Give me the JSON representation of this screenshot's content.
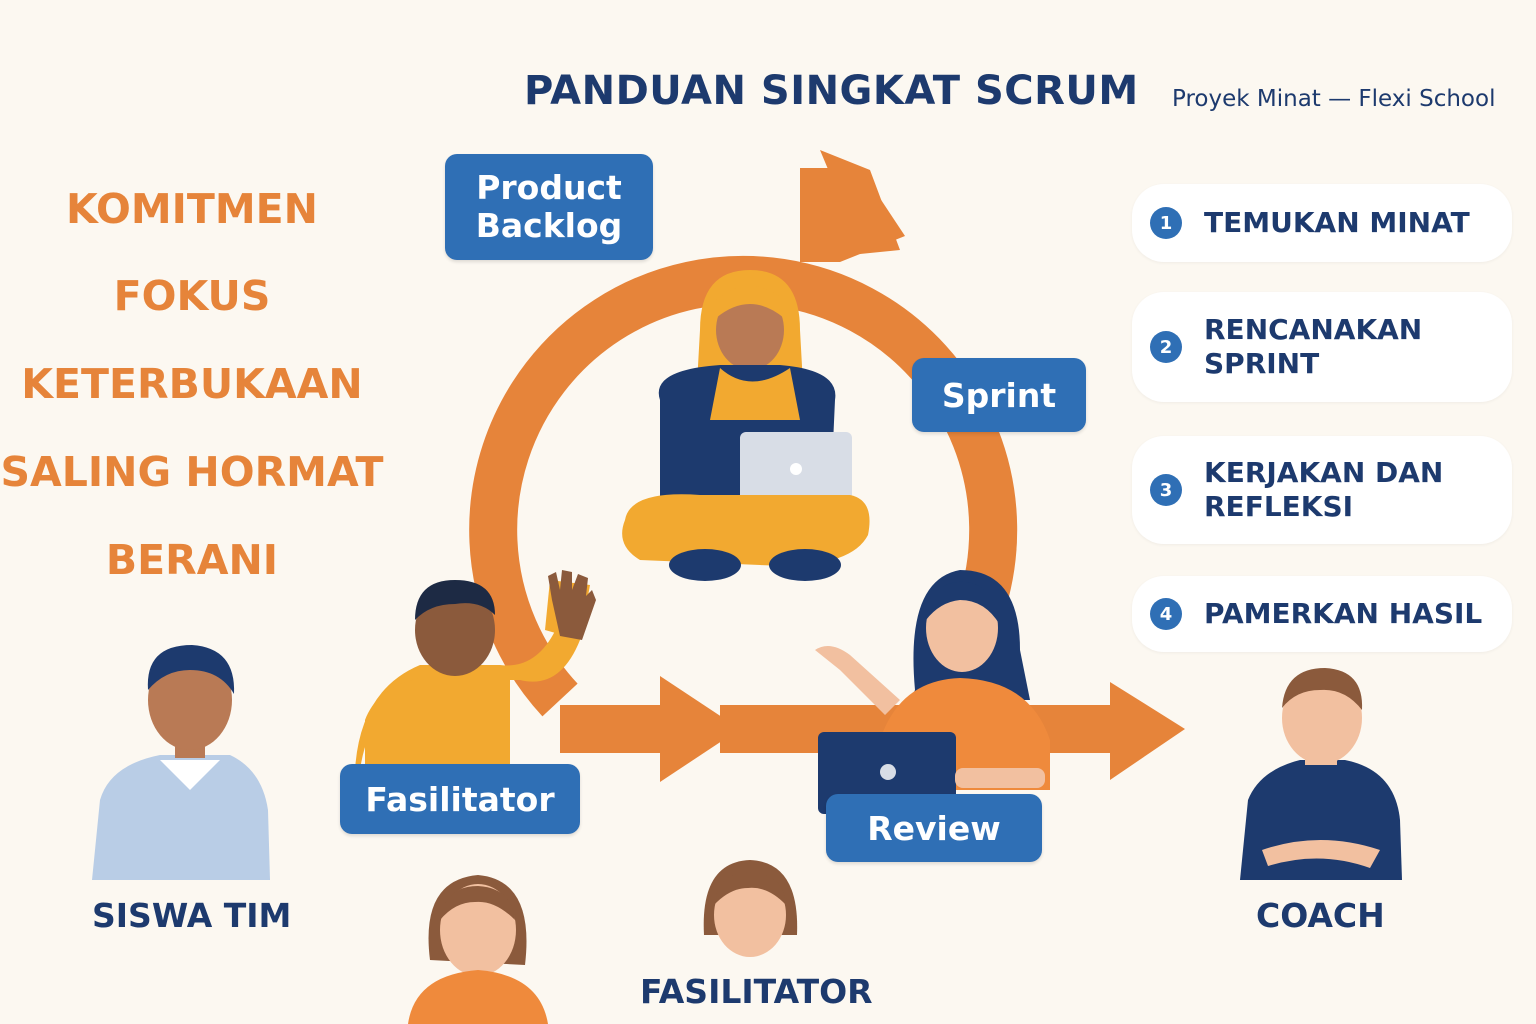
{
  "header": {
    "title": "PANDUAN SINGKAT SCRUM",
    "subtitle": "Proyek Minat — Flexi School"
  },
  "values": [
    "KOMITMEN",
    "FOKUS",
    "KETERBUKAAN",
    "SALING HORMAT",
    "BERANI"
  ],
  "cycle": {
    "product_backlog": "Product Backlog",
    "sprint": "Sprint",
    "review": "Review",
    "fasilitator": "Fasilitator"
  },
  "steps": [
    {
      "num": "1",
      "label": "TEMUKAN MINAT"
    },
    {
      "num": "2",
      "label": "RENCANAKAN SPRINT"
    },
    {
      "num": "3",
      "label": "KERJAKAN DAN REFLEKSI"
    },
    {
      "num": "4",
      "label": "PAMERKAN HASIL"
    }
  ],
  "roles": {
    "siswa_tim": "SISWA TIM",
    "fasilitator": "FASILITATOR",
    "coach": "COACH"
  },
  "colors": {
    "navy": "#1d3a6e",
    "orange": "#e6843a",
    "blue": "#2f6fb5",
    "background": "#fcf8f1"
  }
}
